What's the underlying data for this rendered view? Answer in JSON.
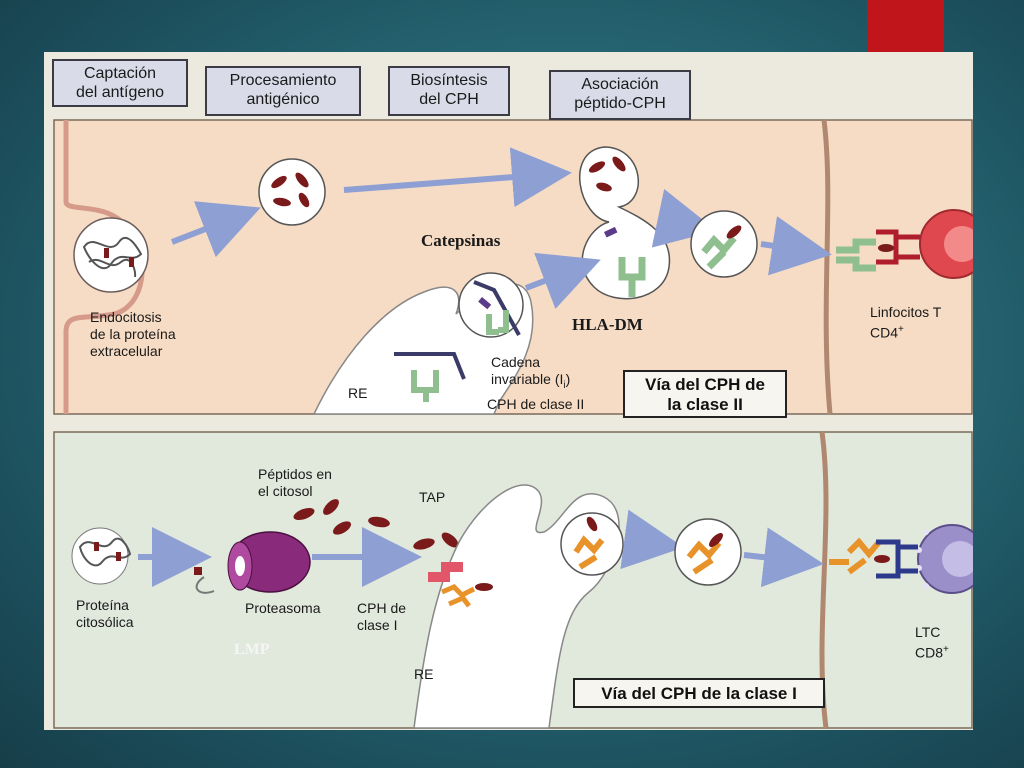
{
  "steps": {
    "uptake": "Captación\ndel antígeno",
    "processing": "Procesamiento\nantigénico",
    "biosynthesis": "Biosíntesis\ndel CPH",
    "association": "Asociación\npéptido-CPH"
  },
  "class2": {
    "endocytosis": "Endocitosis\nde la proteína\nextracelular",
    "cathepsins": "Catepsinas",
    "hla_dm": "HLA-DM",
    "invariant_chain": "Cadena\ninvariable (I",
    "invariant_sub": "i",
    "invariant_close": ")",
    "mhc_class2": "CPH de clase II",
    "er": "RE",
    "t_cells": "Linfocitos T\nCD4",
    "t_cells_sup": "+",
    "pathway_title": "Vía del CPH de\nla clase II"
  },
  "class1": {
    "peptides": "Péptidos en\nel citosol",
    "tap": "TAP",
    "cytosolic_protein": "Proteína\ncitosólica",
    "proteasome": "Proteasoma",
    "mhc_class1": "CPH de\nclase I",
    "lmp": "LMP",
    "er": "RE",
    "ctl": "LTC\nCD8",
    "ctl_sup": "+",
    "pathway_title": "Vía del CPH de la clase I"
  },
  "colors": {
    "accent": "#c0161b",
    "class2_panel": "#f6dcc4",
    "class1_panel": "#e1e8dc",
    "peptide": "#7a1a1a",
    "arrow": "#8e9fd4",
    "mhc2": "#8fbf8f",
    "mhc1": "#e8922a",
    "cd8_cell": "#9a8fc9",
    "cd4_cell": "#e0484f",
    "proteasome": "#8a2a7a"
  }
}
